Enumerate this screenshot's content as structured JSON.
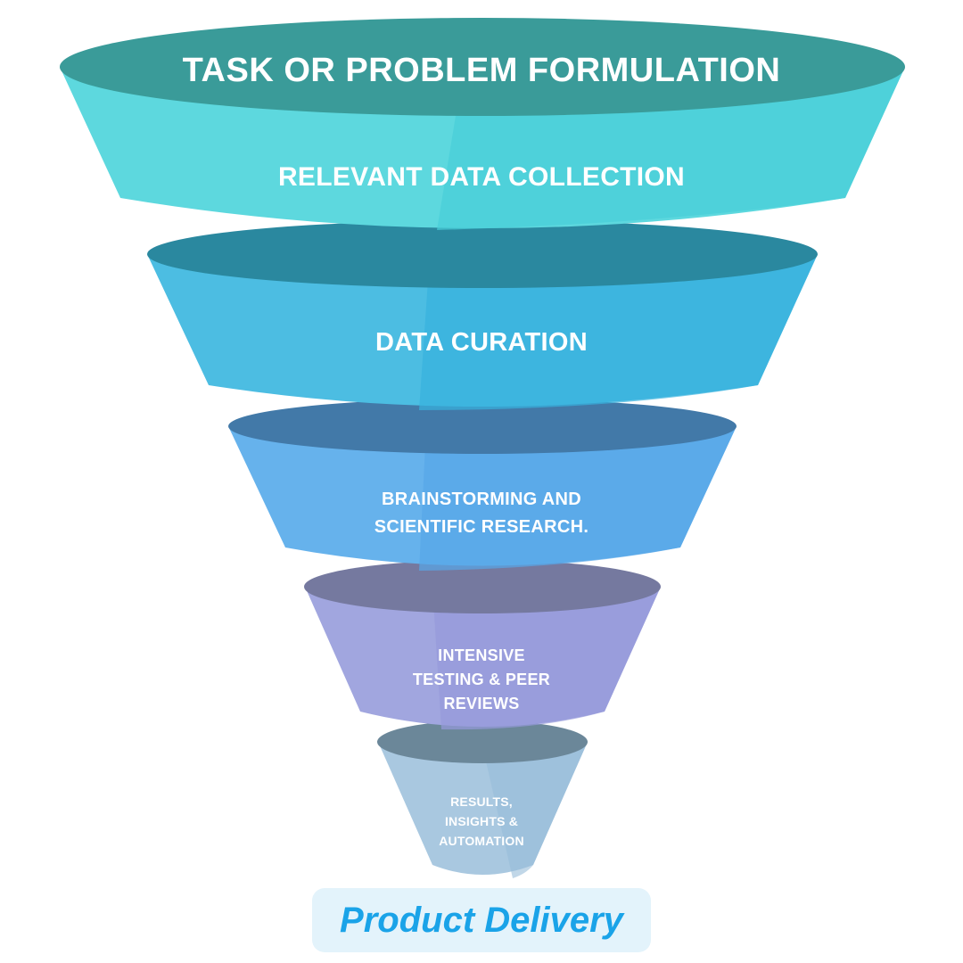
{
  "stages": [
    {
      "label": "TASK OR PROBLEM FORMULATION"
    },
    {
      "label": "RELEVANT DATA COLLECTION"
    },
    {
      "label": "DATA CURATION"
    },
    {
      "lines": [
        "BRAINSTORMING AND",
        "SCIENTIFIC RESEARCH."
      ]
    },
    {
      "lines": [
        "INTENSIVE",
        "TESTING & PEER",
        "REVIEWS"
      ]
    },
    {
      "lines": [
        "RESULTS,",
        "INSIGHTS &",
        "AUTOMATION"
      ]
    }
  ],
  "footer": {
    "label": "Product Delivery"
  },
  "colors": {
    "tier1_top": "#3a9b99",
    "tier1_body": "#5dd8de",
    "tier2_top": "#2a889f",
    "tier2_body": "#4cbde2",
    "tier3_top": "#4279a8",
    "tier3_body": "#66b2ec",
    "tier4_top": "#75799f",
    "tier4_body": "#a1a6df",
    "tier5_top": "#6b8799",
    "tier5_body": "#a9c8e0",
    "accent_text": "#1aa3e8"
  }
}
